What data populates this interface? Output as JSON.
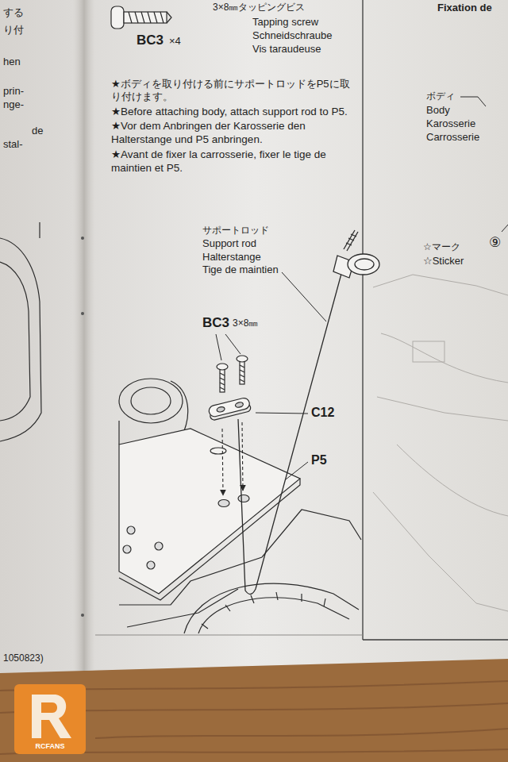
{
  "diagram": {
    "labels": [
      "3×8㎜タッピングビス",
      "Tapping screw",
      "Schneidschraube",
      "Vis taraudeuse",
      "BC3",
      "×4",
      "★ボディを取り付ける前にサポートロッドをP5に取り付けます。",
      "★Before attaching body, attach support rod to P5.",
      "★Vor dem Anbringen der Karosserie den Halterstange und P5 anbringen.",
      "★Avant de fixer la carrosserie, fixer le tige de maintien et P5.",
      "サポートロッド",
      "Support rod",
      "Halterstange",
      "Tige de maintien",
      "BC3",
      "3×8㎜",
      "C12",
      "P5",
      "Fixation de",
      "ボディ",
      "Body",
      "Karosserie",
      "Carrosserie",
      "☆マーク",
      "⑨",
      "☆Sticker",
      "する",
      "り付",
      "hen",
      "prin-",
      "nge-",
      "de",
      "stal-",
      "1050823)",
      "RCFANS"
    ]
  }
}
